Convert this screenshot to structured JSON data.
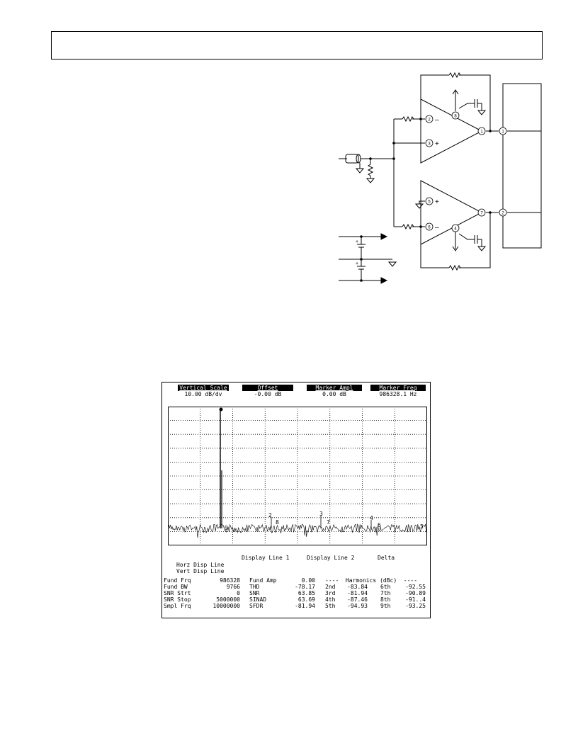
{
  "schematic": {
    "pins": {
      "upper_inv": "2",
      "upper_noninv": "3",
      "upper_out": "1",
      "upper_supply": "8",
      "lower_noninv": "5",
      "lower_inv": "6",
      "lower_out": "7",
      "lower_supply": "4",
      "conn_1": "1",
      "conn_2": "2"
    },
    "signs": {
      "minus": "–",
      "plus": "+",
      "cap_plus": "+"
    }
  },
  "analyzer": {
    "header": [
      {
        "label": "Vertical Scale",
        "value": "10.00 dB/dv"
      },
      {
        "label": "Offset",
        "value": "-0.00 dB"
      },
      {
        "label": "Marker Ampl",
        "value": "0.00 dB"
      },
      {
        "label": "Marker Freq",
        "value": "986328.1 Hz"
      }
    ],
    "markers": [
      "1",
      "9",
      "2",
      "8",
      "3",
      "7",
      "4",
      "6",
      "5"
    ],
    "display_header": {
      "line1": "Display Line 1",
      "line2": "Display Line 2",
      "delta": "Delta",
      "horz": "Horz Disp Line",
      "vert": "Vert Disp Line"
    },
    "params": [
      {
        "label": "Fund Frq",
        "value": "986328"
      },
      {
        "label": "Fund BW",
        "value": "9766"
      },
      {
        "label": "SNR Strt",
        "value": "0"
      },
      {
        "label": "SNR Stop",
        "value": "5000000"
      },
      {
        "label": "Smpl Frq",
        "value": "10000000"
      }
    ],
    "metrics": [
      {
        "label": "Fund Amp",
        "value": "0.00"
      },
      {
        "label": "THD",
        "value": "-78.17"
      },
      {
        "label": "SNR",
        "value": "63.85"
      },
      {
        "label": "SINAD",
        "value": "63.69"
      },
      {
        "label": "SFDR",
        "value": "-81.94"
      }
    ],
    "harmonics_title": "----  Harmonics (dBc)  ----",
    "harmonics": [
      {
        "label": "2nd",
        "value": "-83.84"
      },
      {
        "label": "3rd",
        "value": "-81.94"
      },
      {
        "label": "4th",
        "value": "-87.46"
      },
      {
        "label": "5th",
        "value": "-94.93"
      },
      {
        "label": "6th",
        "value": "-92.55"
      },
      {
        "label": "7th",
        "value": "-90.89"
      },
      {
        "label": "8th",
        "value": "-91..4"
      },
      {
        "label": "9th",
        "value": "-93.25"
      }
    ]
  }
}
